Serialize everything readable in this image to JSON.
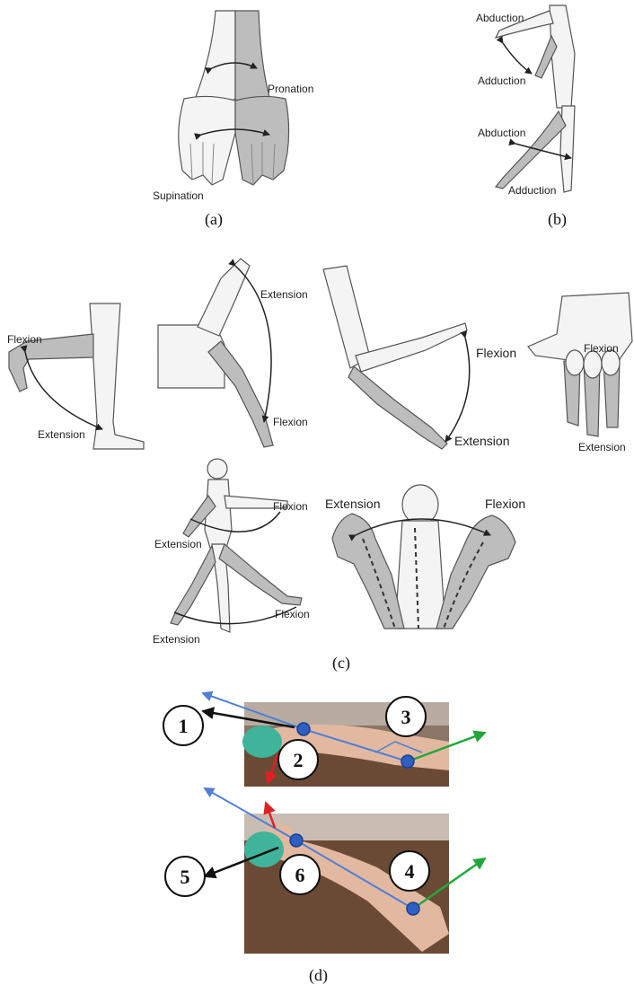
{
  "panel_a": {
    "caption": "(a)",
    "labels": {
      "pronation": "Pronation",
      "supination": "Supination"
    }
  },
  "panel_b": {
    "caption": "(b)",
    "labels": {
      "arm_abduction": "Abduction",
      "arm_adduction": "Adduction",
      "leg_abduction": "Abduction",
      "leg_adduction": "Adduction"
    }
  },
  "panel_c": {
    "caption": "(c)",
    "labels": {
      "knee_flexion": "Flexion",
      "knee_extension": "Extension",
      "wrist_extension": "Extension",
      "wrist_flexion": "Flexion",
      "elbow_flexion": "Flexion",
      "elbow_extension": "Extension",
      "fingers_flexion": "Flexion",
      "fingers_extension": "Extension",
      "shoulder_flexion": "Flexion",
      "shoulder_extension": "Extension",
      "hip_flexion": "Flexion",
      "hip_extension": "Extension",
      "neck_extension": "Extension",
      "neck_flexion": "Flexion"
    }
  },
  "panel_d": {
    "caption": "(d)",
    "markers": [
      "1",
      "2",
      "3",
      "4",
      "5",
      "6"
    ],
    "colors": {
      "blue_line": "#4f7fd6",
      "green_arrow": "#22a83a",
      "red_arrow": "#e02020",
      "black_arrow": "#111111",
      "joint_marker": "#2f5fc4",
      "ball": "#3fb49a",
      "table_wood": "#6b4a35"
    }
  }
}
